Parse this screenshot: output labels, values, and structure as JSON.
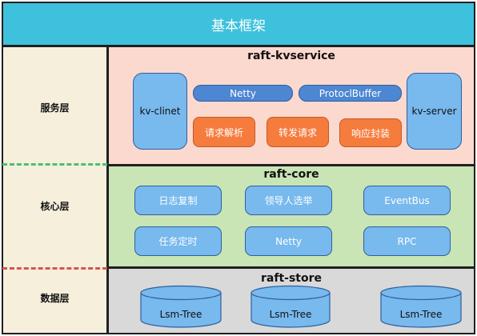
{
  "header": {
    "title": "基本框架"
  },
  "layers": {
    "service": "服务层",
    "core": "核心层",
    "data": "数据层"
  },
  "kvservice": {
    "title": "raft-kvservice",
    "client": "kv-clinet",
    "server": "kv-server",
    "netty": "Netty",
    "protocol": "ProtoclBuffer",
    "request_parse": "请求解析",
    "forward_request": "转发请求",
    "response_wrap": "响应封装"
  },
  "core": {
    "title": "raft-core",
    "log_replication": "日志复制",
    "leader_election": "领导人选举",
    "eventbus": "EventBus",
    "task_timer": "任务定时",
    "netty": "Netty",
    "rpc": "RPC"
  },
  "store": {
    "title": "raft-store",
    "trees": [
      "Lsm-Tree",
      "Lsm-Tree",
      "Lsm-Tree"
    ]
  },
  "colors": {
    "title_bar": "#3ec1dc",
    "service_panel": "#fcd9cf",
    "core_panel": "#c9e4b5",
    "store_panel": "#d9d9d9",
    "side_column": "#f5efdc",
    "blue_box": "#78b9ee",
    "dark_blue_pill": "#4d86d2",
    "orange_box": "#f57c3d",
    "green_dash": "#4bbf73",
    "red_dash": "#d9534f"
  }
}
